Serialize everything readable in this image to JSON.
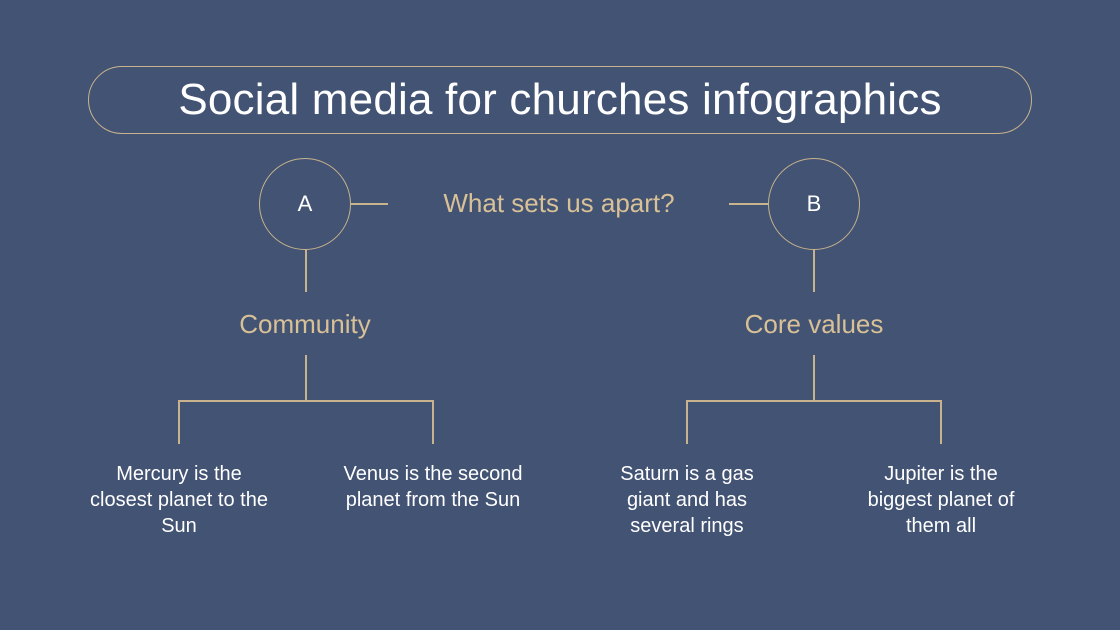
{
  "title": "Social media for churches infographics",
  "center_question": "What sets us apart?",
  "colors": {
    "background": "#435373",
    "accent": "#c9b38e",
    "accent_text": "#d8c097",
    "text": "#ffffff"
  },
  "branches": [
    {
      "letter": "A",
      "label": "Community",
      "leaves": [
        {
          "text": "Mercury is the closest planet to the Sun"
        },
        {
          "text": "Venus is the second planet from the Sun"
        }
      ]
    },
    {
      "letter": "B",
      "label": "Core values",
      "leaves": [
        {
          "text": "Saturn is a gas giant and has several rings"
        },
        {
          "text": "Jupiter is the biggest planet of them all"
        }
      ]
    }
  ]
}
